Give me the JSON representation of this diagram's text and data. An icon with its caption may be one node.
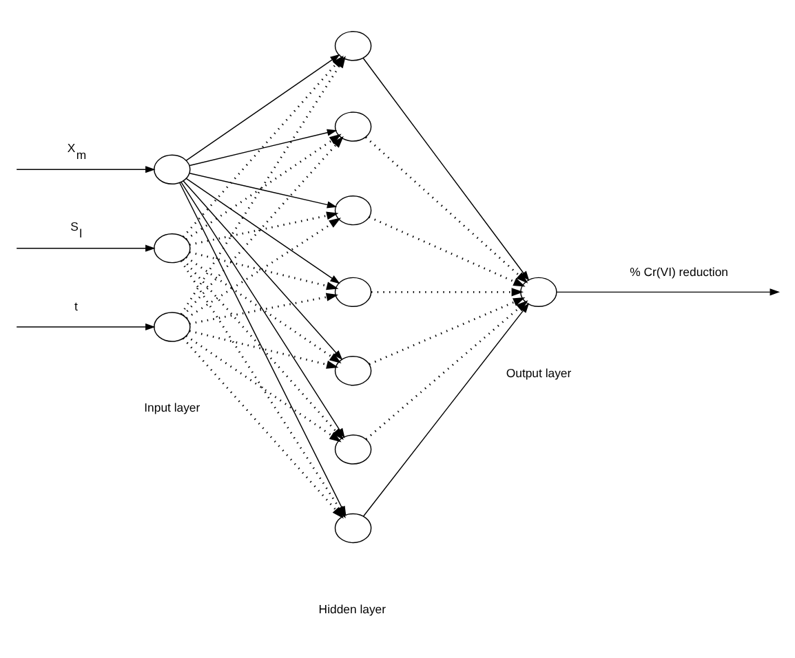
{
  "diagram": {
    "nodes": [
      {
        "text": [],
        "shape": "circle"
      },
      {
        "text": [],
        "shape": "circle"
      },
      {
        "text": [],
        "shape": "circle"
      },
      {
        "text": [],
        "shape": "circle"
      },
      {
        "text": [],
        "shape": "circle"
      },
      {
        "text": [],
        "shape": "circle"
      },
      {
        "text": [],
        "shape": "circle"
      },
      {
        "text": [],
        "shape": "circle"
      },
      {
        "text": [],
        "shape": "circle"
      },
      {
        "text": [],
        "shape": "circle"
      },
      {
        "text": [],
        "shape": "circle"
      }
    ],
    "edges": [
      {
        "from": null,
        "to": 0,
        "arrow": "to",
        "label": "X$_{m}$"
      },
      {
        "from": null,
        "to": 1,
        "arrow": "to",
        "label": "S$_{l}$"
      },
      {
        "from": null,
        "to": 2,
        "arrow": "to",
        "label": "t"
      },
      {
        "from": 0,
        "to": 3,
        "arrow": "to"
      },
      {
        "from": 0,
        "to": 4,
        "arrow": "to"
      },
      {
        "from": 0,
        "to": 5,
        "arrow": "to"
      },
      {
        "from": 0,
        "to": 6,
        "arrow": "to"
      },
      {
        "from": 0,
        "to": 7,
        "arrow": "to"
      },
      {
        "from": 0,
        "to": 8,
        "arrow": "to"
      },
      {
        "from": 0,
        "to": 9,
        "arrow": "to"
      },
      {
        "from": 1,
        "to": 3,
        "arrow": "to",
        "style": "dashed"
      },
      {
        "from": 1,
        "to": 4,
        "arrow": "to",
        "style": "dashed"
      },
      {
        "from": 1,
        "to": 5,
        "arrow": "to",
        "style": "dashed"
      },
      {
        "from": 1,
        "to": 6,
        "arrow": "to",
        "style": "dashed"
      },
      {
        "from": 1,
        "to": 7,
        "arrow": "to",
        "style": "dashed"
      },
      {
        "from": 1,
        "to": 8,
        "arrow": "to",
        "style": "dashed"
      },
      {
        "from": 1,
        "to": 9,
        "arrow": "to",
        "style": "dashed"
      },
      {
        "from": 2,
        "to": 3,
        "arrow": "to",
        "style": "dashed"
      },
      {
        "from": 2,
        "to": 4,
        "arrow": "to",
        "style": "dashed"
      },
      {
        "from": 2,
        "to": 5,
        "arrow": "to",
        "style": "dashed"
      },
      {
        "from": 2,
        "to": 6,
        "arrow": "to",
        "style": "dashed"
      },
      {
        "from": 2,
        "to": 7,
        "arrow": "to",
        "style": "dashed"
      },
      {
        "from": 2,
        "to": 8,
        "arrow": "to",
        "style": "dashed"
      },
      {
        "from": 2,
        "to": 9,
        "arrow": "to",
        "style": "dashed"
      },
      {
        "from": 3,
        "to": 10,
        "arrow": "to"
      },
      {
        "from": 4,
        "to": 10,
        "arrow": "to",
        "style": "dashed"
      },
      {
        "from": 5,
        "to": 10,
        "arrow": "to",
        "style": "dashed"
      },
      {
        "from": 6,
        "to": 10,
        "arrow": "to",
        "style": "dashed"
      },
      {
        "from": 7,
        "to": 10,
        "arrow": "to",
        "style": "dashed"
      },
      {
        "from": 8,
        "to": 10,
        "arrow": "to",
        "style": "dashed"
      },
      {
        "from": 9,
        "to": 10,
        "arrow": "to"
      },
      {
        "from": 10,
        "to": null,
        "arrow": "to",
        "label": "% Cr(VI) reduction"
      }
    ],
    "labels": [
      "Input layer",
      "Hidden layer",
      "Output layer"
    ]
  }
}
